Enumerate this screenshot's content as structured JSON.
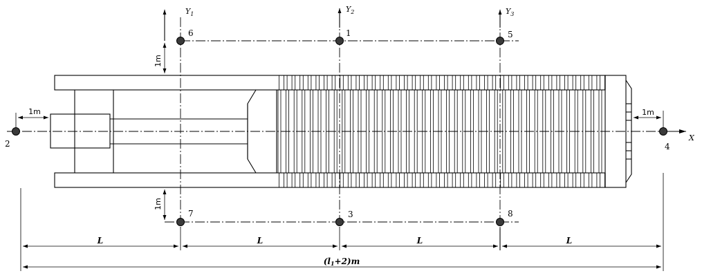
{
  "axes": {
    "y1": {
      "label": "Y",
      "sub": "1"
    },
    "y2": {
      "label": "Y",
      "sub": "2"
    },
    "y3": {
      "label": "Y",
      "sub": "3"
    },
    "x": {
      "label": "X"
    }
  },
  "points": [
    {
      "id": "p1",
      "label": "1"
    },
    {
      "id": "p2",
      "label": "2"
    },
    {
      "id": "p3",
      "label": "3"
    },
    {
      "id": "p4",
      "label": "4"
    },
    {
      "id": "p5",
      "label": "5"
    },
    {
      "id": "p6",
      "label": "6"
    },
    {
      "id": "p7",
      "label": "7"
    },
    {
      "id": "p8",
      "label": "8"
    }
  ],
  "dimensions": {
    "offset_top": "1m",
    "offset_bottom": "1m",
    "offset_left": "1m",
    "offset_right": "1m",
    "segment_1": "L",
    "segment_2": "L",
    "segment_3": "L",
    "segment_4": "L",
    "total_prefix": "(l",
    "total_sub": "1",
    "total_suffix": "+2)m"
  }
}
